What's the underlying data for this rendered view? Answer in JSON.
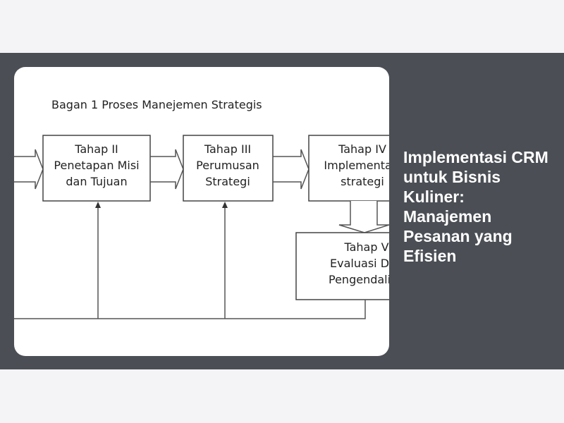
{
  "article": {
    "headline": "Implementasi CRM untuk Bisnis Kuliner: Manajemen Pesanan yang Efisien"
  },
  "figure": {
    "caption": "Bagan 1 Proses Manejemen Strategis",
    "stage2": {
      "line1": "Tahap II",
      "line2": "Penetapan Misi",
      "line3": "dan Tujuan"
    },
    "stage3": {
      "line1": "Tahap III",
      "line2": "Perumusan",
      "line3": "Strategi"
    },
    "stage4": {
      "line1": "Tahap IV",
      "line2": "Implementasi",
      "line3": "strategi"
    },
    "stage5": {
      "line1": "Tahap V",
      "line2": "Evaluasi Dan",
      "line3": "Pengendalian"
    }
  },
  "colors": {
    "page_bg": "#f4f4f6",
    "band_bg": "#4b4f55",
    "card_bg": "#ffffff",
    "headline": "#ffffff"
  }
}
